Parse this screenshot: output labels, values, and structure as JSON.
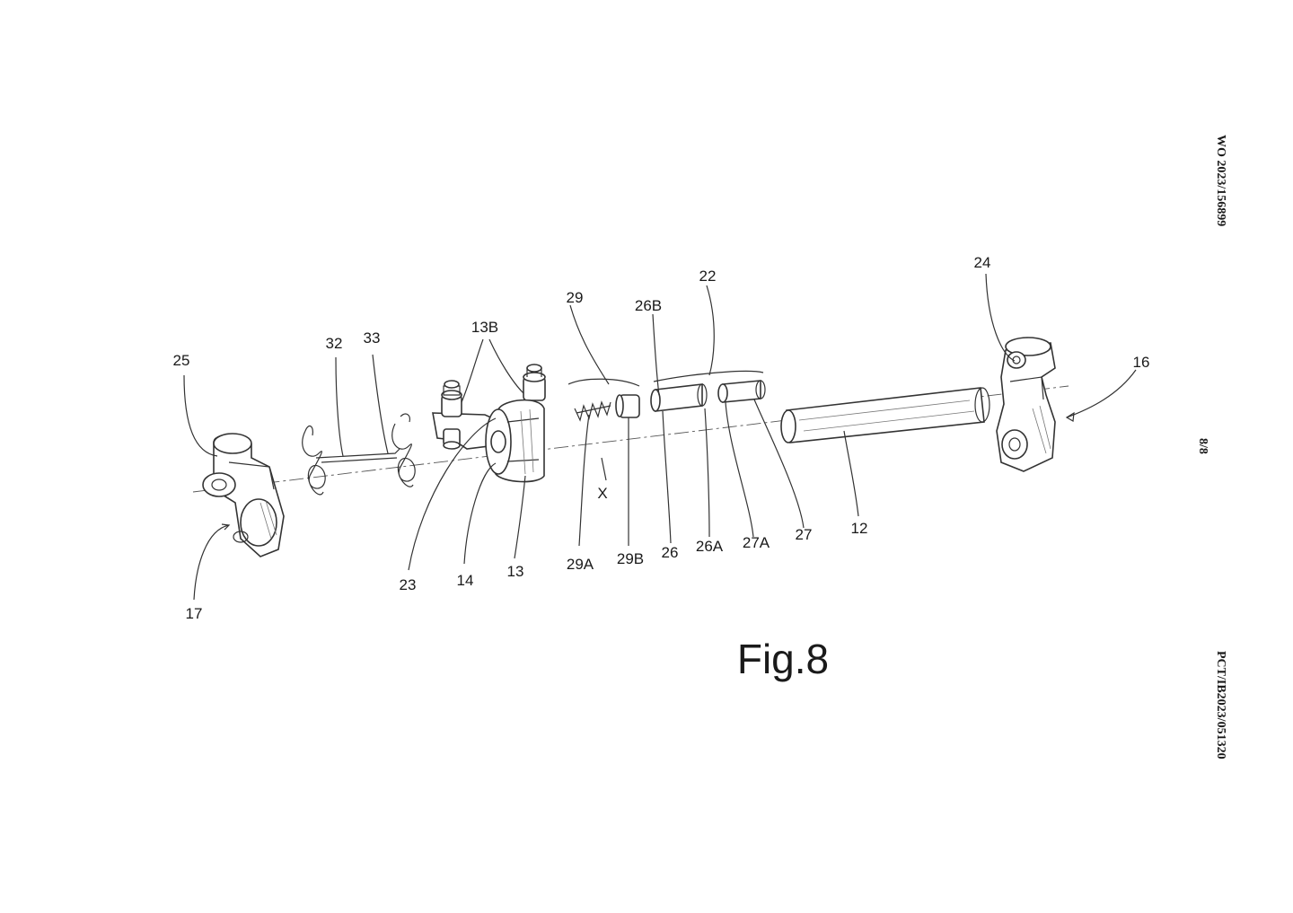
{
  "header_right": "WO 2023/156899",
  "page_number": "8/8",
  "footer_right": "PCT/IB2023/051320",
  "figure_caption": "Fig.8",
  "axis_label": "X",
  "reference_labels": {
    "r25": "25",
    "r17": "17",
    "r32": "32",
    "r33": "33",
    "r13B": "13B",
    "r23": "23",
    "r14": "14",
    "r13": "13",
    "r29": "29",
    "r29A": "29A",
    "r29B": "29B",
    "r26B": "26B",
    "r22": "22",
    "r26": "26",
    "r26A": "26A",
    "r27A": "27A",
    "r27": "27",
    "r12": "12",
    "r24": "24",
    "r16": "16"
  }
}
